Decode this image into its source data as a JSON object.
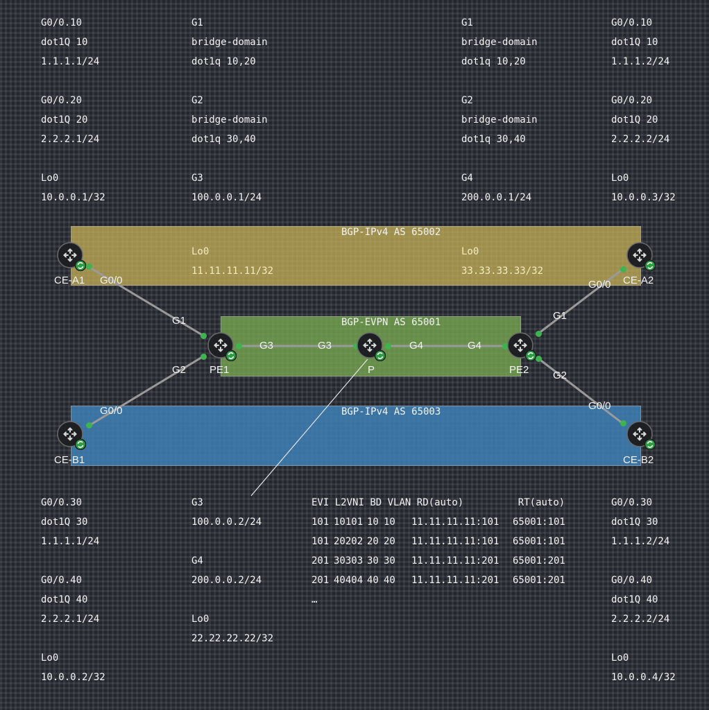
{
  "colors": {
    "background": "#23262d",
    "band_ipv4_65002": "#a4944b",
    "band_evpn_65001": "#6a9546",
    "band_ipv4_65003": "#38709e",
    "link": "#9a9a9a",
    "port_dot": "#3fb34f",
    "router_body": "#1e1f22",
    "sync_badge": "#2e9d43"
  },
  "bands": {
    "top": "BGP-IPv4 AS 65002",
    "middle": "BGP-EVPN AS 65001",
    "bottom": "BGP-IPv4 AS 65003"
  },
  "nodes": {
    "ce_a1": "CE-A1",
    "ce_a2": "CE-A2",
    "ce_b1": "CE-B1",
    "ce_b2": "CE-B2",
    "pe1": "PE1",
    "pe2": "PE2",
    "p": "P"
  },
  "ports": {
    "ce_a1_g00": "G0/0",
    "pe1_g1": "G1",
    "pe1_g2": "G2",
    "ce_b1_g00": "G0/0",
    "pe1_g3": "G3",
    "p_g3": "G3",
    "p_g4": "G4",
    "pe2_g4": "G4",
    "pe2_g1": "G1",
    "ce_a2_g00": "G0/0",
    "pe2_g2": "G2",
    "ce_b2_g00": "G0/0"
  },
  "annotations": {
    "ce_a1": [
      "G0/0.10",
      "dot1Q 10",
      "1.1.1.1/24",
      "",
      "G0/0.20",
      "dot1Q 20",
      "2.2.2.1/24",
      "",
      "Lo0",
      "10.0.0.1/32"
    ],
    "pe1": [
      "G1",
      "bridge-domain",
      "dot1q 10,20",
      "",
      "G2",
      "bridge-domain",
      "dot1q 30,40",
      "",
      "G3",
      "100.0.0.1/24"
    ],
    "pe1_lo": [
      "Lo0",
      "11.11.11.11/32"
    ],
    "pe2": [
      "G1",
      "bridge-domain",
      "dot1q 10,20",
      "",
      "G2",
      "bridge-domain",
      "dot1q 30,40",
      "",
      "G4",
      "200.0.0.1/24"
    ],
    "pe2_lo": [
      "Lo0",
      "33.33.33.33/32"
    ],
    "ce_a2": [
      "G0/0.10",
      "dot1Q 10",
      "1.1.1.2/24",
      "",
      "G0/0.20",
      "dot1Q 20",
      "2.2.2.2/24",
      "",
      "Lo0",
      "10.0.0.3/32"
    ],
    "ce_b1": [
      "G0/0.30",
      "dot1Q 30",
      "1.1.1.1/24",
      "",
      "G0/0.40",
      "dot1Q 40",
      "2.2.2.1/24",
      "",
      "Lo0",
      "10.0.0.2/32"
    ],
    "p": [
      "G3",
      "100.0.0.2/24",
      "",
      "G4",
      "200.0.0.2/24",
      "",
      "Lo0",
      "22.22.22.22/32"
    ],
    "ce_b2": [
      "G0/0.30",
      "dot1Q 30",
      "1.1.1.2/24",
      "",
      "G0/0.40",
      "dot1Q 40",
      "2.2.2.2/24",
      "",
      "Lo0",
      "10.0.0.4/32"
    ]
  },
  "evpn_table": {
    "header": [
      "EVI",
      "L2VNI",
      "BD",
      "VLAN",
      "RD(auto)",
      "RT(auto)"
    ],
    "rows": [
      [
        "101",
        "10101",
        "10",
        "10",
        "11.11.11.11:101",
        "65001:101"
      ],
      [
        "101",
        "20202",
        "20",
        "20",
        "11.11.11.11:101",
        "65001:101"
      ],
      [
        "201",
        "30303",
        "30",
        "30",
        "11.11.11.11:201",
        "65001:201"
      ],
      [
        "201",
        "40404",
        "40",
        "40",
        "11.11.11.11:201",
        "65001:201"
      ]
    ],
    "ellipsis": "…"
  }
}
